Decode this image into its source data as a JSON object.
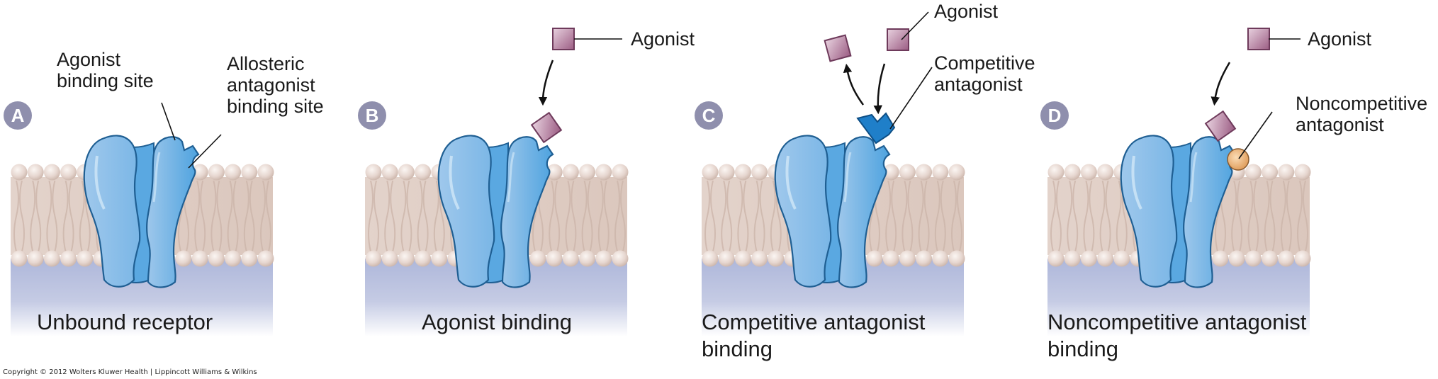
{
  "figure": {
    "copyright": "Copyright © 2012 Wolters Kluwer Health | Lippincott Williams & Wilkins",
    "colors": {
      "receptor_light": "#a9cdee",
      "receptor_mid": "#6fb2e6",
      "receptor_dark": "#3f9bdc",
      "receptor_outline": "#1f5f93",
      "membrane_head": "#e6d6cf",
      "membrane_tail": "#ddc9bf",
      "cytoplasm": "#b9c2df",
      "badge": "#8f8fad",
      "agonist": "#a66b8f",
      "competitive_antagonist": "#1f7fc9",
      "noncompetitive_antagonist": "#e9a864"
    },
    "panels": [
      {
        "badge": "A",
        "caption_lines": [
          "Unbound receptor"
        ],
        "labels": [
          {
            "lines": [
              "Agonist",
              "binding site"
            ]
          },
          {
            "lines": [
              "Allosteric",
              "antagonist",
              "binding site"
            ]
          }
        ]
      },
      {
        "badge": "B",
        "caption_lines": [
          "Agonist binding"
        ],
        "labels": [
          {
            "lines": [
              "Agonist"
            ]
          }
        ]
      },
      {
        "badge": "C",
        "caption_lines": [
          "Competitive antagonist",
          "binding"
        ],
        "labels": [
          {
            "lines": [
              "Agonist"
            ]
          },
          {
            "lines": [
              "Competitive",
              "antagonist"
            ]
          }
        ]
      },
      {
        "badge": "D",
        "caption_lines": [
          "Noncompetitive antagonist",
          "binding"
        ],
        "labels": [
          {
            "lines": [
              "Agonist"
            ]
          },
          {
            "lines": [
              "Noncompetitive",
              "antagonist"
            ]
          }
        ]
      }
    ]
  }
}
